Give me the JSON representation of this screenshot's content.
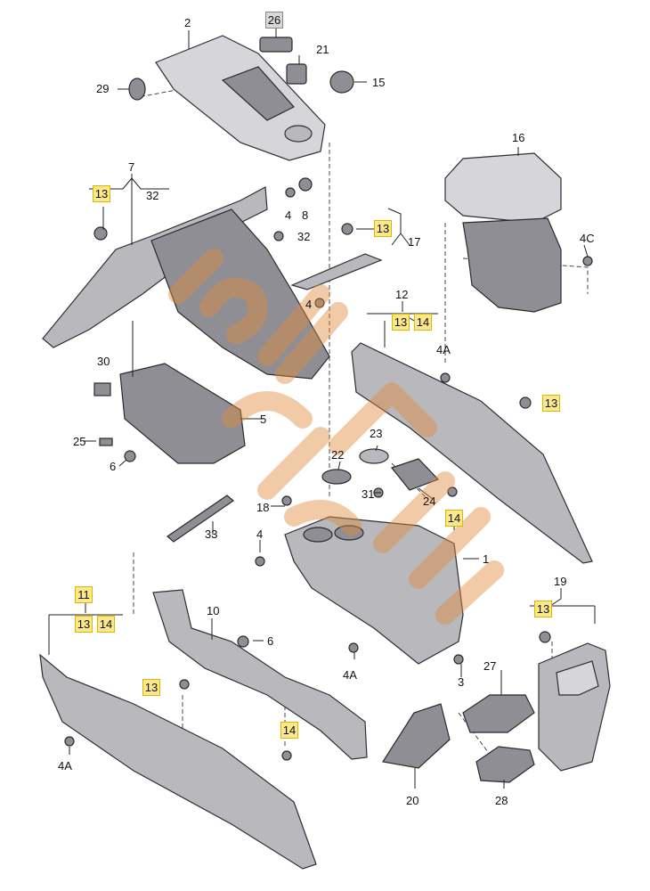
{
  "diagram": {
    "callouts": {
      "c1": "1",
      "c2": "2",
      "c3": "3",
      "c4a": "4",
      "c4b": "4",
      "c4Aa": "4A",
      "c4Ab": "4A",
      "c4Ac": "4A",
      "c4C": "4C",
      "c5": "5",
      "c6a": "6",
      "c6b": "6",
      "c7": "7",
      "c8": "8",
      "c10": "10",
      "c11": "11",
      "c12": "12",
      "c15": "15",
      "c16": "16",
      "c17": "17",
      "c18": "18",
      "c19": "19",
      "c20": "20",
      "c21": "21",
      "c22": "22",
      "c23": "23",
      "c24": "24",
      "c25": "25",
      "c26": "26",
      "c27": "27",
      "c28": "28",
      "c29": "29",
      "c30": "30",
      "c31": "31",
      "c32a": "32",
      "c32b": "32",
      "c33": "33"
    },
    "highlighted": {
      "h13a": "13",
      "h13b": "13",
      "h13c": "13",
      "h13d": "13",
      "h13e": "13",
      "h13f": "13",
      "h13g": "13",
      "h14a": "14",
      "h14b": "14",
      "h14c": "14",
      "h14d": "14",
      "h11": "11"
    },
    "highlight_color": "#fbe88c",
    "watermark_color": "#e08a3c"
  }
}
